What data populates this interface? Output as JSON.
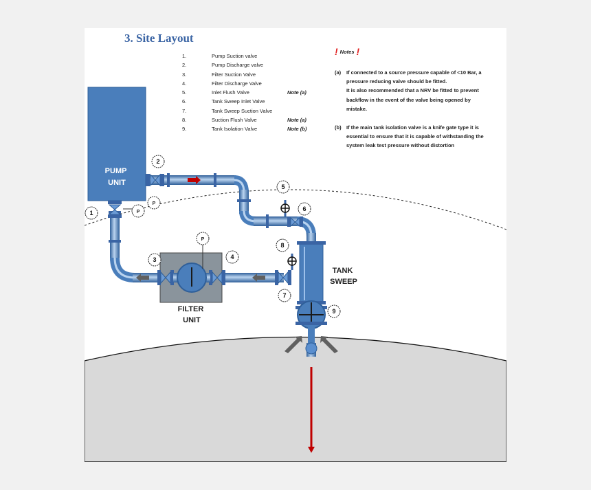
{
  "title": "3.  Site Layout",
  "legend": [
    {
      "num": "1.",
      "label": "Pump Suction valve",
      "note": ""
    },
    {
      "num": "2.",
      "label": "Pump Discharge valve",
      "note": ""
    },
    {
      "num": "3.",
      "label": "Filter Suction Valve",
      "note": ""
    },
    {
      "num": "4.",
      "label": "Filter Discharge Valve",
      "note": ""
    },
    {
      "num": "5.",
      "label": "Inlet Flush  Valve",
      "note": "Note (a)"
    },
    {
      "num": "6.",
      "label": "Tank Sweep Inlet Valve",
      "note": ""
    },
    {
      "num": "7.",
      "label": "Tank Sweep Suction Valve",
      "note": ""
    },
    {
      "num": "8.",
      "label": "Suction Flush  Valve",
      "note": "Note (a)"
    },
    {
      "num": "9.",
      "label": "Tank Isolation Valve",
      "note": "Note (b)"
    }
  ],
  "notes": {
    "heading": "Notes",
    "exclamation": "!",
    "a_tag": "(a)",
    "a_lines": [
      "If connected to a source pressure capable of <10 Bar,  a",
      "pressure reducing valve should be fitted.",
      "It is also recommended that a NRV be fitted to prevent",
      "backflow in the event of the valve being opened by",
      "mistake."
    ],
    "b_tag": "(b)",
    "b_lines": [
      "If the main tank isolation valve is a knife gate type it is",
      "essential to ensure that it is capable of withstanding the",
      "system leak test pressure without distortion"
    ]
  },
  "diagram": {
    "pump_label": [
      "PUMP",
      "UNIT"
    ],
    "filter_label": [
      "FILTER",
      "UNIT"
    ],
    "tank_sweep_label": [
      "TANK",
      "SWEEP"
    ],
    "gauge_symbol": "P",
    "callouts": [
      "1",
      "2",
      "3",
      "4",
      "5",
      "6",
      "7",
      "8",
      "9"
    ]
  },
  "colors": {
    "accent_blue": "#3a64a4",
    "unit_blue": "#4a7ebb",
    "pipe_blue": "#5b8fcf",
    "filter_grey": "#8a949c",
    "tank_grey": "#d9d9d9",
    "dip_red": "#c00000",
    "alert_red": "#e02020"
  }
}
